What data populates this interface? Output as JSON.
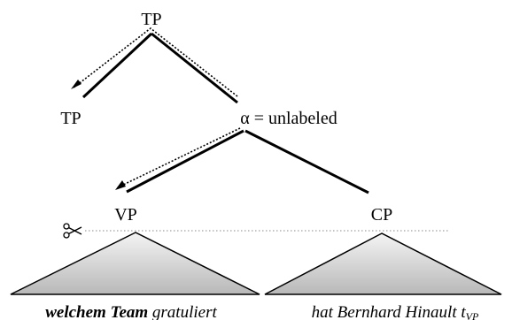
{
  "nodes": {
    "root": "TP",
    "left_tp": "TP",
    "alpha": "α = unlabeled",
    "vp": "VP",
    "cp": "CP"
  },
  "terminals": {
    "left": {
      "bold_part": "welchem Team",
      "rest": " gratuliert"
    },
    "right": {
      "main": "hat Bernhard Hinault t",
      "subscript": "VP"
    }
  },
  "colors": {
    "triangle_fill_top": "#f4f4f4",
    "triangle_fill_bottom": "#b8b8b8",
    "cut_line": "#888888"
  },
  "icons": {
    "cut": "scissors-icon"
  }
}
